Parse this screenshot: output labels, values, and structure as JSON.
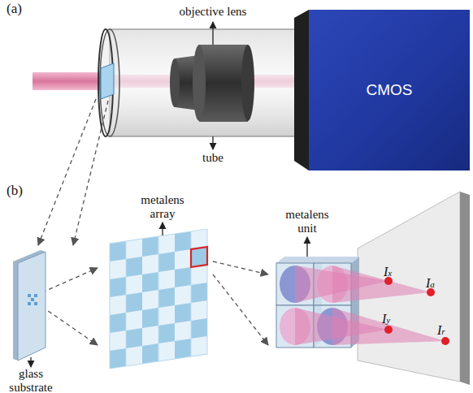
{
  "diagram": {
    "nodes": [
      {
        "text": [
          "CMOS"
        ]
      }
    ],
    "labels": [
      "(a)",
      "objective lens",
      "tube",
      "(b)",
      "glass substrate",
      "metalens array",
      "metalens unit",
      "Ix",
      "Ia",
      "Iy",
      "Ir"
    ]
  }
}
